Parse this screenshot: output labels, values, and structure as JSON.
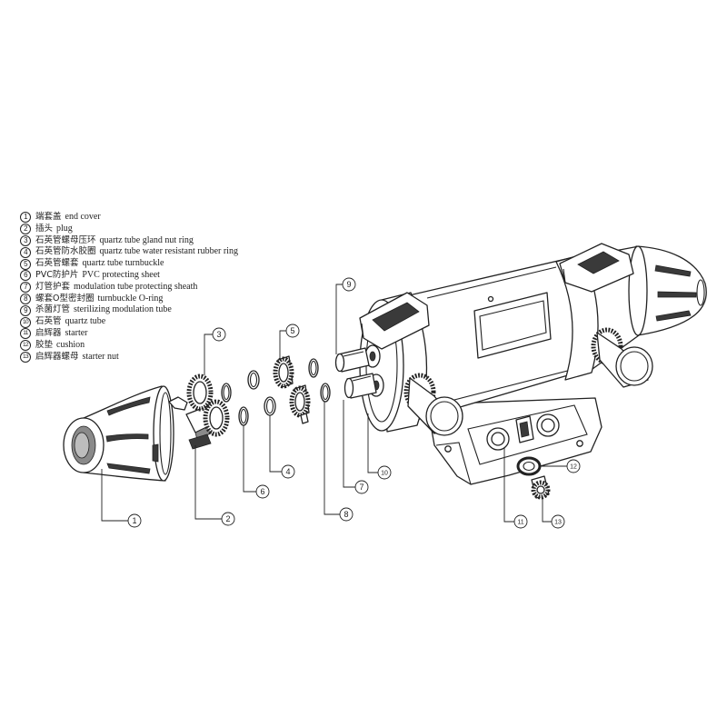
{
  "legend": [
    {
      "num": "1",
      "zh": "端套盖",
      "en": "end cover"
    },
    {
      "num": "2",
      "zh": "插头",
      "en": "plug"
    },
    {
      "num": "3",
      "zh": "石英管螺母压环",
      "en": "quartz tube gland nut ring"
    },
    {
      "num": "4",
      "zh": "石英管防水胶圈",
      "en": "quartz tube water resistant rubber ring"
    },
    {
      "num": "5",
      "zh": "石英管螺套",
      "en": "quartz tube turnbuckle"
    },
    {
      "num": "6",
      "zh": "PVC防护片",
      "en": "PVC protecting sheet"
    },
    {
      "num": "7",
      "zh": "灯管护套",
      "en": "modulation tube protecting sheath"
    },
    {
      "num": "8",
      "zh": "螺套O型密封圈",
      "en": "turnbuckle O-ring"
    },
    {
      "num": "9",
      "zh": "杀菌灯管",
      "en": "sterilizing modulation tube"
    },
    {
      "num": "10",
      "zh": "石英管",
      "en": "quartz tube"
    },
    {
      "num": "11",
      "zh": "启辉器",
      "en": "starter"
    },
    {
      "num": "12",
      "zh": "胶垫",
      "en": "cushion"
    },
    {
      "num": "13",
      "zh": "启辉器螺母",
      "en": "starter nut"
    }
  ],
  "callouts": [
    "1",
    "2",
    "3",
    "4",
    "5",
    "6",
    "7",
    "8",
    "9",
    "10",
    "11",
    "12",
    "13"
  ],
  "colors": {
    "line": "#222222",
    "background": "#ffffff"
  }
}
